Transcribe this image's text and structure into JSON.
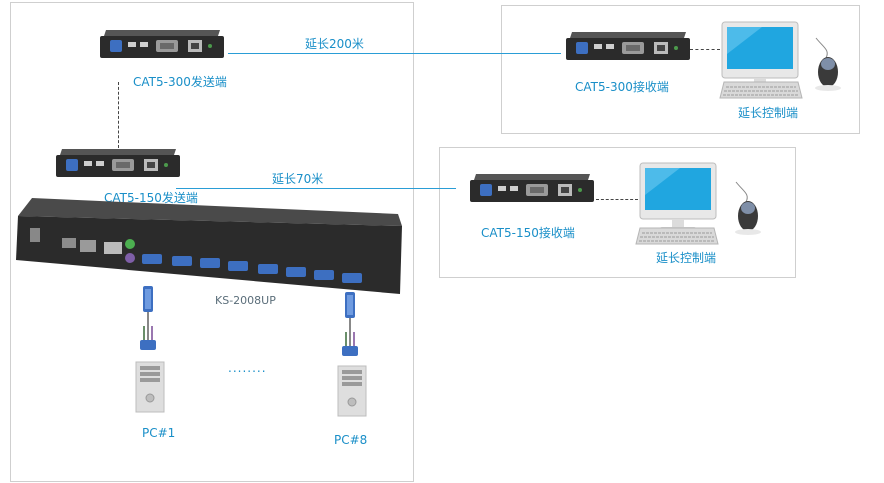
{
  "labels": {
    "tx300": "CAT5-300发送端",
    "rx300": "CAT5-300接收端",
    "console1": "延长控制端",
    "distance200": "延长200米",
    "tx150": "CAT5-150发送端",
    "rx150": "CAT5-150接收端",
    "console2": "延长控制端",
    "distance70": "延长70米",
    "switch_model": "KS-2008UP",
    "pc1": "PC#1",
    "pc8": "PC#8",
    "ellipsis": "........"
  },
  "colors": {
    "label": "#1a8fc8",
    "link_line": "#2a9dd6",
    "device_body": "#2b2b2b",
    "screen": "#20a6e0"
  },
  "icons": {
    "extender": "kvm-extender-icon",
    "monitor": "monitor-icon",
    "keyboard": "keyboard-icon",
    "mouse": "mouse-icon",
    "switch": "kvm-switch-icon",
    "pc": "pc-tower-icon",
    "cable": "kvm-cable-icon"
  }
}
